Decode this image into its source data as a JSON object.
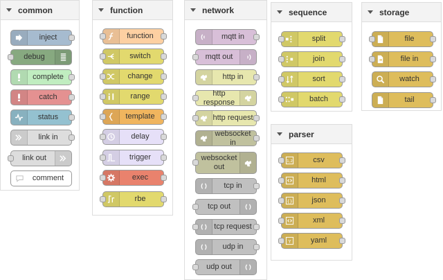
{
  "palette": {
    "common": {
      "title": "common",
      "nodes": [
        {
          "label": "inject",
          "icon": "arrow-in-icon",
          "color": "#a6bbcf"
        },
        {
          "label": "debug",
          "icon": "list-icon",
          "color": "#87a980"
        },
        {
          "label": "complete",
          "icon": "exclamation-icon",
          "color": "#c0edc0"
        },
        {
          "label": "catch",
          "icon": "exclamation-icon",
          "color": "#e49191"
        },
        {
          "label": "status",
          "icon": "pulse-icon",
          "color": "#94c1d0"
        },
        {
          "label": "link in",
          "icon": "link-in-icon",
          "color": "#dddddd"
        },
        {
          "label": "link out",
          "icon": "link-out-icon",
          "color": "#dddddd"
        },
        {
          "label": "comment",
          "icon": "comment-icon",
          "color": "#ffffff"
        }
      ]
    },
    "function": {
      "title": "function",
      "nodes": [
        {
          "label": "function",
          "icon": "function-icon",
          "color": "#fdd0a2"
        },
        {
          "label": "switch",
          "icon": "switch-icon",
          "color": "#e2d96e"
        },
        {
          "label": "change",
          "icon": "shuffle-icon",
          "color": "#e2d96e"
        },
        {
          "label": "range",
          "icon": "range-icon",
          "color": "#e2d96e"
        },
        {
          "label": "template",
          "icon": "template-icon",
          "color": "#f0b55e"
        },
        {
          "label": "delay",
          "icon": "timer-icon",
          "color": "#e6e0f8"
        },
        {
          "label": "trigger",
          "icon": "trigger-icon",
          "color": "#e6e0f8"
        },
        {
          "label": "exec",
          "icon": "cog-icon",
          "color": "#e9826d"
        },
        {
          "label": "rbe",
          "icon": "rbe-icon",
          "color": "#e2d96e"
        }
      ]
    },
    "network": {
      "title": "network",
      "nodes": [
        {
          "label": "mqtt in",
          "icon": "wave-icon",
          "color": "#d8bfd8"
        },
        {
          "label": "mqtt out",
          "icon": "wave-icon",
          "color": "#d8bfd8"
        },
        {
          "label": "http in",
          "icon": "globe-icon",
          "color": "#e7e7ae"
        },
        {
          "label": "http response",
          "icon": "globe-icon",
          "color": "#e7e7ae"
        },
        {
          "label": "http request",
          "icon": "globe-icon",
          "color": "#e7e7ae"
        },
        {
          "label": "websocket in",
          "icon": "globe-icon",
          "color": "#c0c19e"
        },
        {
          "label": "websocket out",
          "icon": "globe-icon",
          "color": "#c0c19e"
        },
        {
          "label": "tcp in",
          "icon": "bridge-icon",
          "color": "#c0c0c0"
        },
        {
          "label": "tcp out",
          "icon": "bridge-icon",
          "color": "#c0c0c0"
        },
        {
          "label": "tcp request",
          "icon": "bridge-icon",
          "color": "#c0c0c0"
        },
        {
          "label": "udp in",
          "icon": "bridge-icon",
          "color": "#c0c0c0"
        },
        {
          "label": "udp out",
          "icon": "bridge-icon",
          "color": "#c0c0c0"
        }
      ]
    },
    "sequence": {
      "title": "sequence",
      "nodes": [
        {
          "label": "split",
          "icon": "split-icon",
          "color": "#e2d96e"
        },
        {
          "label": "join",
          "icon": "join-icon",
          "color": "#e2d96e"
        },
        {
          "label": "sort",
          "icon": "sort-icon",
          "color": "#e2d96e"
        },
        {
          "label": "batch",
          "icon": "batch-icon",
          "color": "#e2d96e"
        }
      ]
    },
    "parser": {
      "title": "parser",
      "nodes": [
        {
          "label": "csv",
          "icon": "csv-icon",
          "color": "#debd5c"
        },
        {
          "label": "html",
          "icon": "code-icon",
          "color": "#debd5c"
        },
        {
          "label": "json",
          "icon": "braces-icon",
          "color": "#debd5c"
        },
        {
          "label": "xml",
          "icon": "code-icon",
          "color": "#debd5c"
        },
        {
          "label": "yaml",
          "icon": "yaml-icon",
          "color": "#debd5c"
        }
      ]
    },
    "storage": {
      "title": "storage",
      "nodes": [
        {
          "label": "file",
          "icon": "file-icon",
          "color": "#debd5c"
        },
        {
          "label": "file in",
          "icon": "file-in-icon",
          "color": "#debd5c"
        },
        {
          "label": "watch",
          "icon": "search-icon",
          "color": "#debd5c"
        },
        {
          "label": "tail",
          "icon": "file-icon",
          "color": "#debd5c"
        }
      ]
    }
  }
}
